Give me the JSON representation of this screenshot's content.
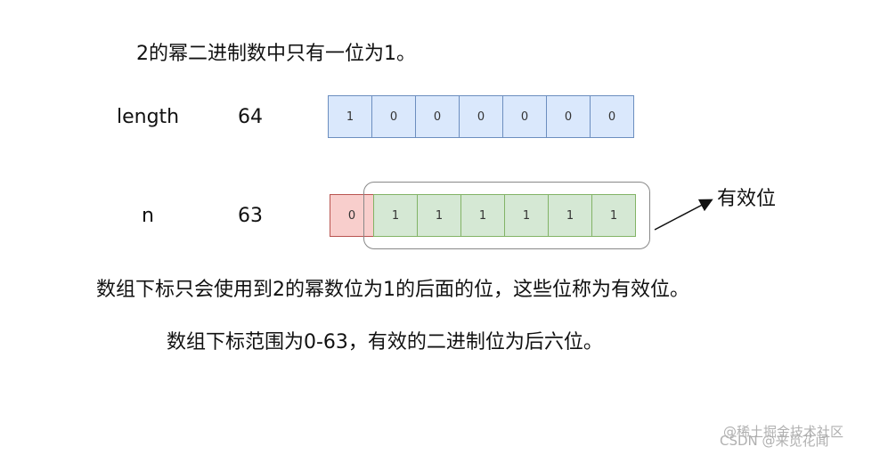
{
  "heading": "2的幂二进制数中只有一位为1。",
  "rows": [
    {
      "name": "length",
      "value": "64",
      "bits": [
        "1",
        "0",
        "0",
        "0",
        "0",
        "0",
        "0"
      ]
    },
    {
      "name": "n",
      "value": "63",
      "bits": [
        "0",
        "1",
        "1",
        "1",
        "1",
        "1",
        "1"
      ]
    }
  ],
  "annotation": "有效位",
  "paragraph_1": "数组下标只会使用到2的幂数位为1的后面的位，这些位称为有效位。",
  "paragraph_2": "数组下标范围为0-63，有效的二进制位为后六位。",
  "watermark": {
    "line_1": "@稀土掘金技术社区",
    "line_2": "CSDN @来觅花闻"
  },
  "colors": {
    "blue_fill": "#dae8fc",
    "blue_stroke": "#6c8ebf",
    "red_fill": "#f8cecc",
    "red_stroke": "#b85450",
    "green_fill": "#d5e8d4",
    "green_stroke": "#82b366"
  }
}
